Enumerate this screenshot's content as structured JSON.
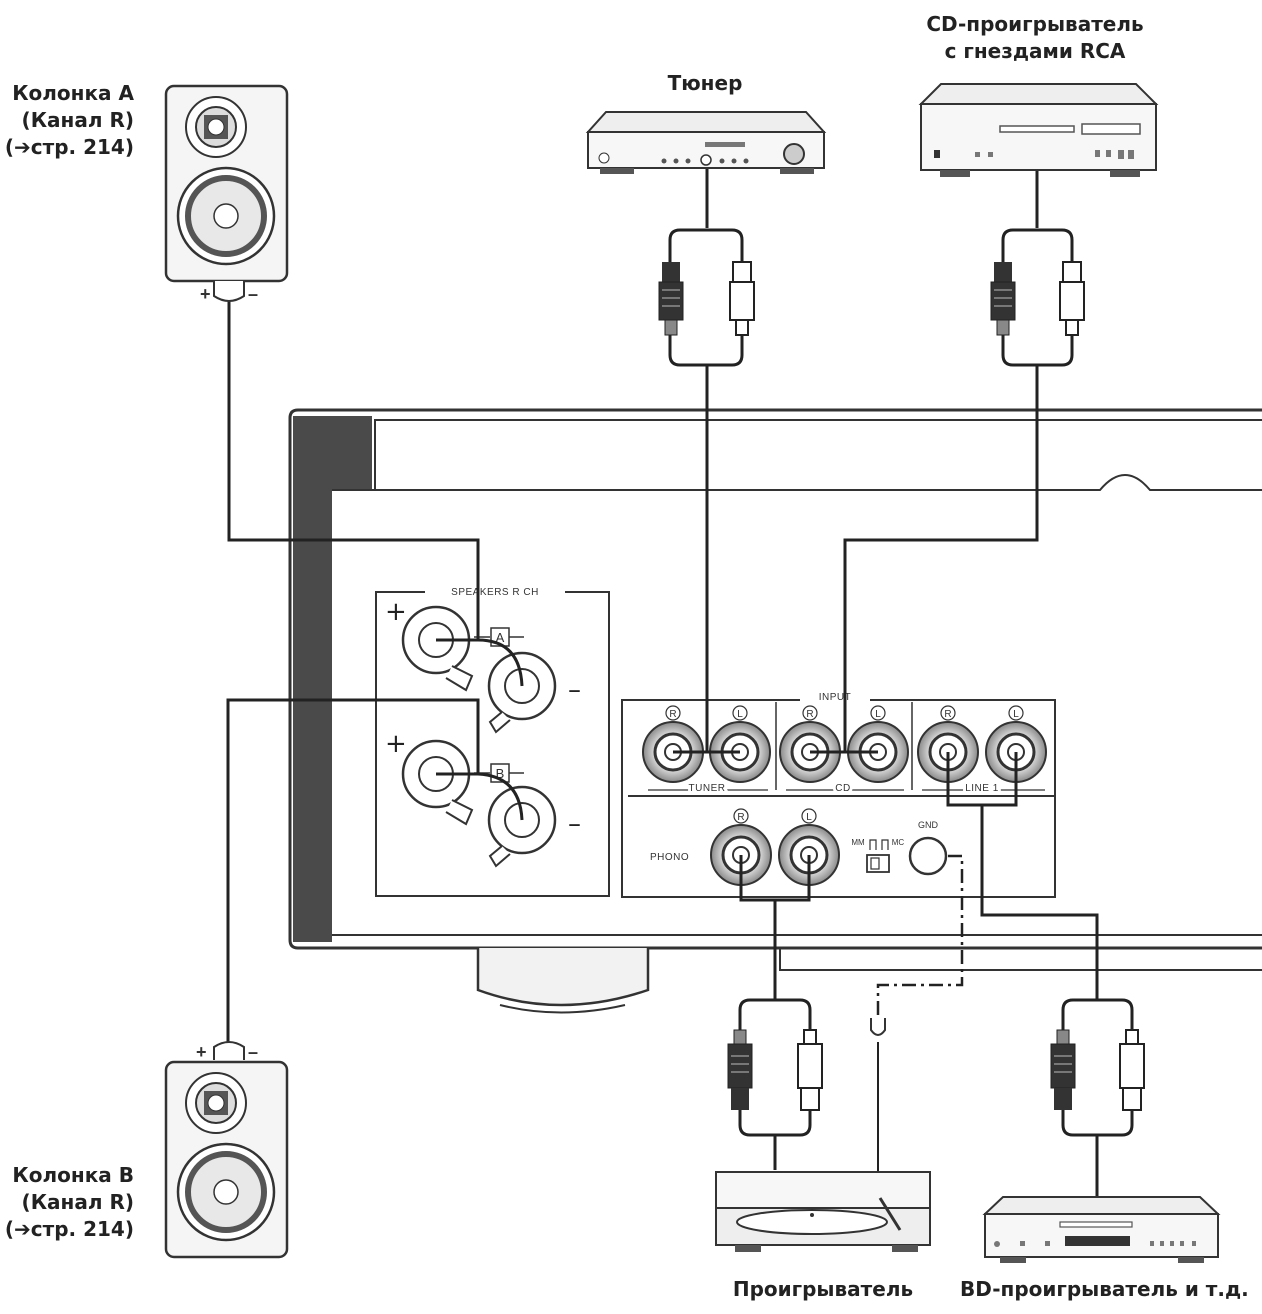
{
  "labels": {
    "speaker_a": [
      "Колонка A",
      "(Канал R)",
      "(➔стр. 214)"
    ],
    "speaker_b": [
      "Колонка B",
      "(Канал R)",
      "(➔стр. 214)"
    ],
    "tuner": "Тюнер",
    "cd_player": [
      "CD-проигрыватель",
      "с гнездами RCA"
    ],
    "turntable": "Проигрыватель",
    "bd_player": "BD-проигрыватель и т.д."
  },
  "panel": {
    "speakers_title": "SPEAKERS R CH",
    "speaker_a_tag": "A",
    "speaker_b_tag": "B",
    "input_title": "INPUT",
    "jack_r": "R",
    "jack_l": "L",
    "tuner": "TUNER",
    "cd": "CD",
    "line1": "LINE 1",
    "phono": "PHONO",
    "mm": "MM",
    "mc": "MC",
    "gnd": "GND",
    "plus": "+",
    "minus": "–"
  }
}
